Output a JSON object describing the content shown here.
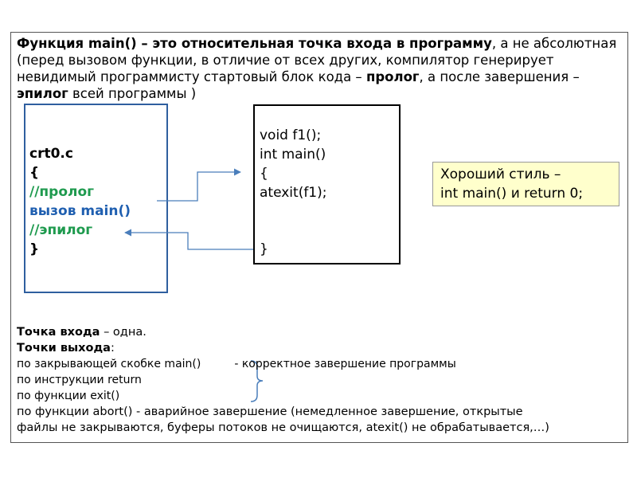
{
  "intro": {
    "b1": "Функция   main() – это относительная точка входа в программу",
    "t1": ", а не абсолютная (перед вызовом функции, в отличие от всех других, компилятор генерирует невидимый программисту стартовый блок кода – ",
    "b2": "пролог",
    "t2": ", а после завершения – ",
    "b3": "эпилог",
    "t3": " всей программы )"
  },
  "crt0": {
    "title": "crt0.c",
    "open_brace": "{",
    "prolog": "//пролог",
    "call": "вызов  main()",
    "epilog": "//эпилог",
    "close_brace": "}"
  },
  "main_code": {
    "line1": "void f1();",
    "line2": "int main()",
    "line3": "{",
    "line4": "atexit(f1);",
    "close": "}"
  },
  "good_style": {
    "line1": "Хороший стиль –",
    "line2": "int main()  и return 0;"
  },
  "bottom": {
    "entry_label": "Точка входа",
    "entry_rest": " – одна.",
    "exit_label": "Точки выхода",
    "exit_rest": ":",
    "item1": "по закрывающей скобке main()",
    "item1_note": "-  корректное завершение программы",
    "item2": "по инструкции return",
    "item3": "по функции exit()",
    "item4": "по функции abort()  - аварийное завершение (немедленное завершение, открытые",
    "item4_cont": "файлы не закрываются, буферы потоков не очищаются, atexit() не обрабатывается,…)"
  },
  "colors": {
    "comment_green": "#1e9a4e",
    "call_blue": "#1f5fb0",
    "arrow_blue": "#4a7ebb",
    "note_fill": "#ffffcc"
  }
}
